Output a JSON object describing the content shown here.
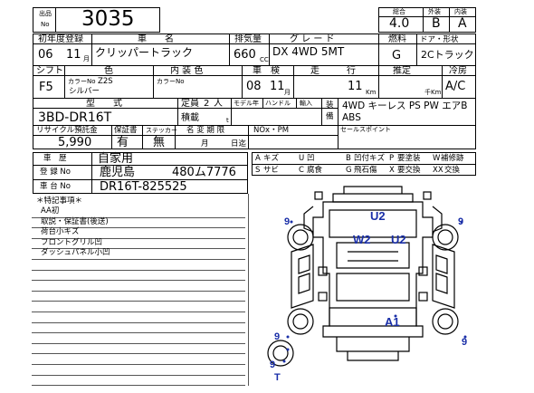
{
  "header": {
    "lot_label_top": "出品",
    "lot_label_bottom": "No",
    "lot_number": "3035",
    "total_label": "総合",
    "exterior_label": "外装",
    "interior_label": "内装",
    "total_grade": "4.0",
    "exterior_grade": "B",
    "interior_grade": "A"
  },
  "row1": {
    "first_reg_label": "初年度登録",
    "car_name_label": "車　　名",
    "displacement_label": "排気量",
    "grade_label": "グ レ ー ド",
    "fuel_label": "燃料",
    "door_shape_label": "ドア・形状",
    "year": "06",
    "month": "11",
    "month_unit": "月",
    "car_name": "クリッパートラック",
    "displacement": "660",
    "cc_unit": "CC",
    "grade": "DX 4WD 5MT",
    "fuel": "G",
    "door_shape": "2Cトラック"
  },
  "row2": {
    "shift_label": "シフト",
    "color_label": "色",
    "interior_label": "内 装 色",
    "inspection_label": "車　検",
    "mileage_label": "走　　　行",
    "estimate_label": "推定",
    "ac_label": "冷房",
    "shift": "F5",
    "color_no_label": "カラーNo",
    "color_no": "Z2S",
    "color": "シルバー",
    "int_color_no_label": "カラーNo",
    "insp_year": "08",
    "insp_month": "11",
    "insp_month_unit": "月",
    "mileage": "11",
    "km_unit": "Km",
    "thousand_km_unit": "千Km",
    "ac": "A/C"
  },
  "row3": {
    "model_label": "型　　式",
    "capacity_label": "定員",
    "capacity": "2",
    "capacity_unit": "人",
    "model_year_label": "モデル年",
    "handle_label": "ハンドル",
    "import_label": "輸入",
    "equip_label_1": "装",
    "equip_label_2": "備",
    "model": "3BD-DR16T",
    "load_label": "積載",
    "load_unit": "t",
    "equipment_1": "4WD キーレス PS PW エアB",
    "equipment_2": "ABS"
  },
  "row4": {
    "recycle_label": "リサイクル預託金",
    "warranty_label": "保証書",
    "sticker_label": "ステッカー",
    "name_change_label": "名 変 期 限",
    "nox_label": "NOx・PM",
    "sales_point_label": "セールスポイント",
    "recycle": "5,990",
    "warranty": "有",
    "sticker": "無",
    "name_change_month": "月",
    "name_change_day": "日迄"
  },
  "history": {
    "history_label": "車　歴",
    "history": "自家用",
    "reg_no_label": "登 録 No",
    "reg_no_place": "鹿児島",
    "reg_no": "480ム7776",
    "chassis_label": "車 台 No",
    "chassis": "DR16T-825525"
  },
  "legend": [
    {
      "code": "A",
      "text": "キズ"
    },
    {
      "code": "U",
      "text": "凹"
    },
    {
      "code": "B",
      "text": "凹付キズ"
    },
    {
      "code": "P",
      "text": "要塗装"
    },
    {
      "code": "W",
      "text": "補修跡"
    },
    {
      "code": "S",
      "text": "サビ"
    },
    {
      "code": "C",
      "text": "腐食"
    },
    {
      "code": "G",
      "text": "飛石傷"
    },
    {
      "code": "X",
      "text": "要交換"
    },
    {
      "code": "XX",
      "text": "交換"
    }
  ],
  "notes": {
    "title": "＊特記事項＊",
    "lines": [
      "AA初",
      "取説・保証書(後送)",
      "荷台小キズ",
      "フロントグリル凹",
      "ダッシュパネル小凹"
    ]
  },
  "marks": {
    "u2_top": "U2",
    "w2": "W2",
    "u2_mid": "U2",
    "a1": "A1",
    "tire_fl": "9",
    "tire_fr": "9",
    "tire_rl": "9",
    "tire_rr": "9",
    "tire_spare": "9",
    "spare_t": "T"
  }
}
